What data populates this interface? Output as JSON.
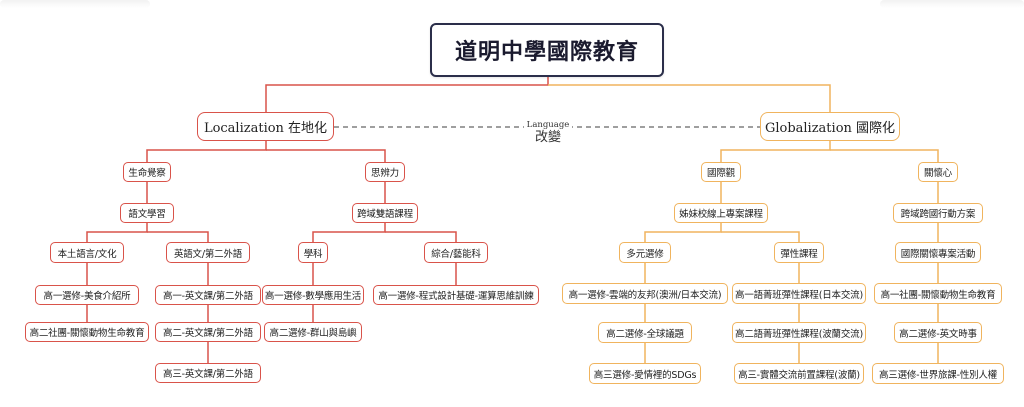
{
  "title": "道明中學國際教育",
  "bridge": {
    "top": "Language",
    "bottom": "改變"
  },
  "colors": {
    "local": "#d9534a",
    "global": "#f0b45e",
    "root": "#2b2e4a"
  },
  "local": {
    "label": "Localization 在地化",
    "life": {
      "label": "生命覺察",
      "language": "語文學習",
      "native": {
        "label": "本土語言/文化",
        "items": [
          "高一選修-美食介紹所",
          "高二社團-關懷動物生命教育"
        ]
      },
      "english": {
        "label": "英語文/第二外語",
        "items": [
          "高一-英文課/第二外語",
          "高二-英文課/第二外語",
          "高三-英文課/第二外語"
        ]
      }
    },
    "thinking": {
      "label": "思辨力",
      "bilingual": "跨域雙語課程",
      "science": {
        "label": "學科",
        "items": [
          "高一選修-數學應用生活",
          "高二選修-群山與島嶼"
        ]
      },
      "arts": {
        "label": "綜合/藝能科",
        "items": [
          "高一選修-程式設計基礎-運算思維訓練"
        ]
      }
    }
  },
  "global": {
    "label": "Globalization 國際化",
    "view": {
      "label": "國際觀",
      "sister": "姊妹校線上專案課程",
      "multi": {
        "label": "多元選修",
        "items": [
          "高一選修-雲端的友邦(澳洲/日本交流)",
          "高二選修-全球議題",
          "高三選修-愛情裡的SDGs"
        ]
      },
      "flex": {
        "label": "彈性課程",
        "items": [
          "高一語菁班彈性課程(日本交流)",
          "高二語菁班彈性課程(波蘭交流)",
          "高三-實體交流前置課程(波蘭)"
        ]
      }
    },
    "care": {
      "label": "關懷心",
      "action": "跨域跨國行動方案",
      "project": "國際關懷專案活動",
      "items": [
        "高一社團-關懷動物生命教育",
        "高二選修-英文時事",
        "高三選修-世界旅課-性別人權"
      ]
    }
  }
}
